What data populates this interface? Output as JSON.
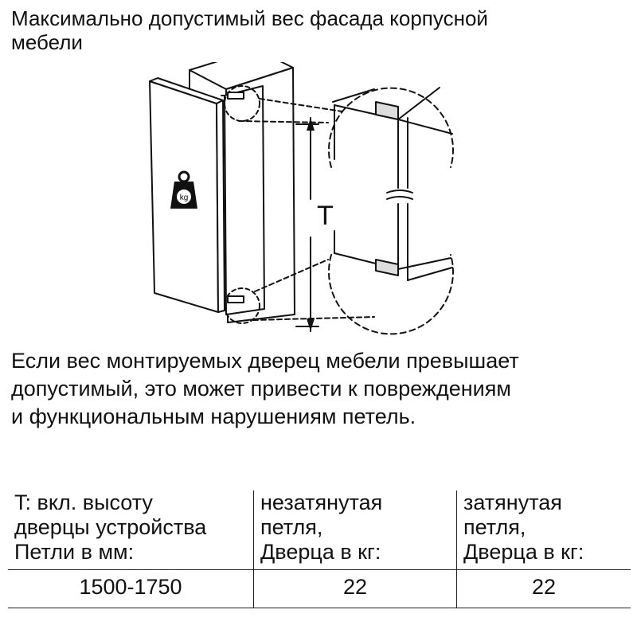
{
  "title": {
    "line1": "Максимально допустимый вес фасада корпусной",
    "line2": "мебели"
  },
  "diagram": {
    "dimension_label": "T",
    "weight_label": "kg"
  },
  "warning": {
    "line1": "Если вес монтируемых дверец мебели превышает",
    "line2": "допустимый, это может привести к повреждениям",
    "line3": "и функциональным нарушениям петель."
  },
  "table": {
    "col1": {
      "line1": "T: вкл. высоту",
      "line2": "дверцы устройства",
      "line3": "Петли в мм:"
    },
    "col2": {
      "line1": "незатянутая",
      "line2": "петля,",
      "line3": "Дверца в кг:"
    },
    "col3": {
      "line1": "затянутая",
      "line2": "петля,",
      "line3": "Дверца в кг:"
    },
    "rows": [
      {
        "height_mm": "1500-1750",
        "loose_kg": "22",
        "tight_kg": "22"
      }
    ]
  }
}
